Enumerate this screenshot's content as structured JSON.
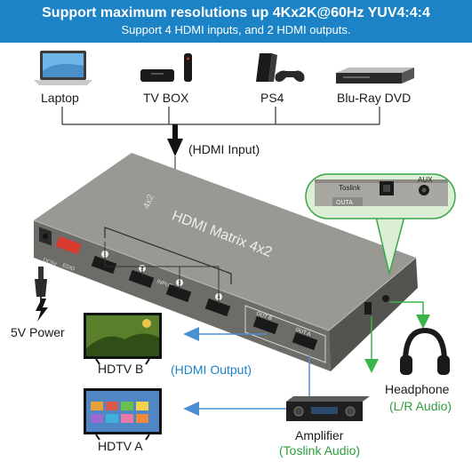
{
  "banner": {
    "title": "Support maximum resolutions up 4Kx2K@60Hz YUV4:4:4",
    "subtitle": "Support 4 HDMI inputs, and 2 HDMI outputs."
  },
  "sources": [
    {
      "label": "Laptop"
    },
    {
      "label": "TV BOX"
    },
    {
      "label": "PS4"
    },
    {
      "label": "Blu-Ray DVD"
    }
  ],
  "labels": {
    "hdmi_input": "(HDMI Input)",
    "hdmi_output": "(HDMI Output)",
    "power": "5V Power",
    "hdtv_b": "HDTV B",
    "hdtv_a": "HDTV A",
    "headphone": "Headphone",
    "headphone_sub": "(L/R Audio)",
    "amplifier": "Amplifier",
    "amplifier_sub": "(Toslink Audio)"
  },
  "device": {
    "name": "HDMI Matrix 4x2",
    "model_mark": "4x2",
    "port_numbers": [
      "1",
      "2",
      "3",
      "4"
    ],
    "input_group": "INPUT",
    "out_b": "OUT B",
    "out_a": "OUT A",
    "power_port": "DC5V",
    "switch_label": "EDID"
  },
  "callout": {
    "toslink": "Toslink",
    "aux": "AUX",
    "outa": "OUTA"
  },
  "colors": {
    "banner": "#1c83c6",
    "hdmi_output_arrow": "#4a90d0",
    "audio_arrow": "#39b54a",
    "device_body": "#8c8a84",
    "callout_bg": "#dcefd6",
    "callout_border": "#3aa648"
  }
}
